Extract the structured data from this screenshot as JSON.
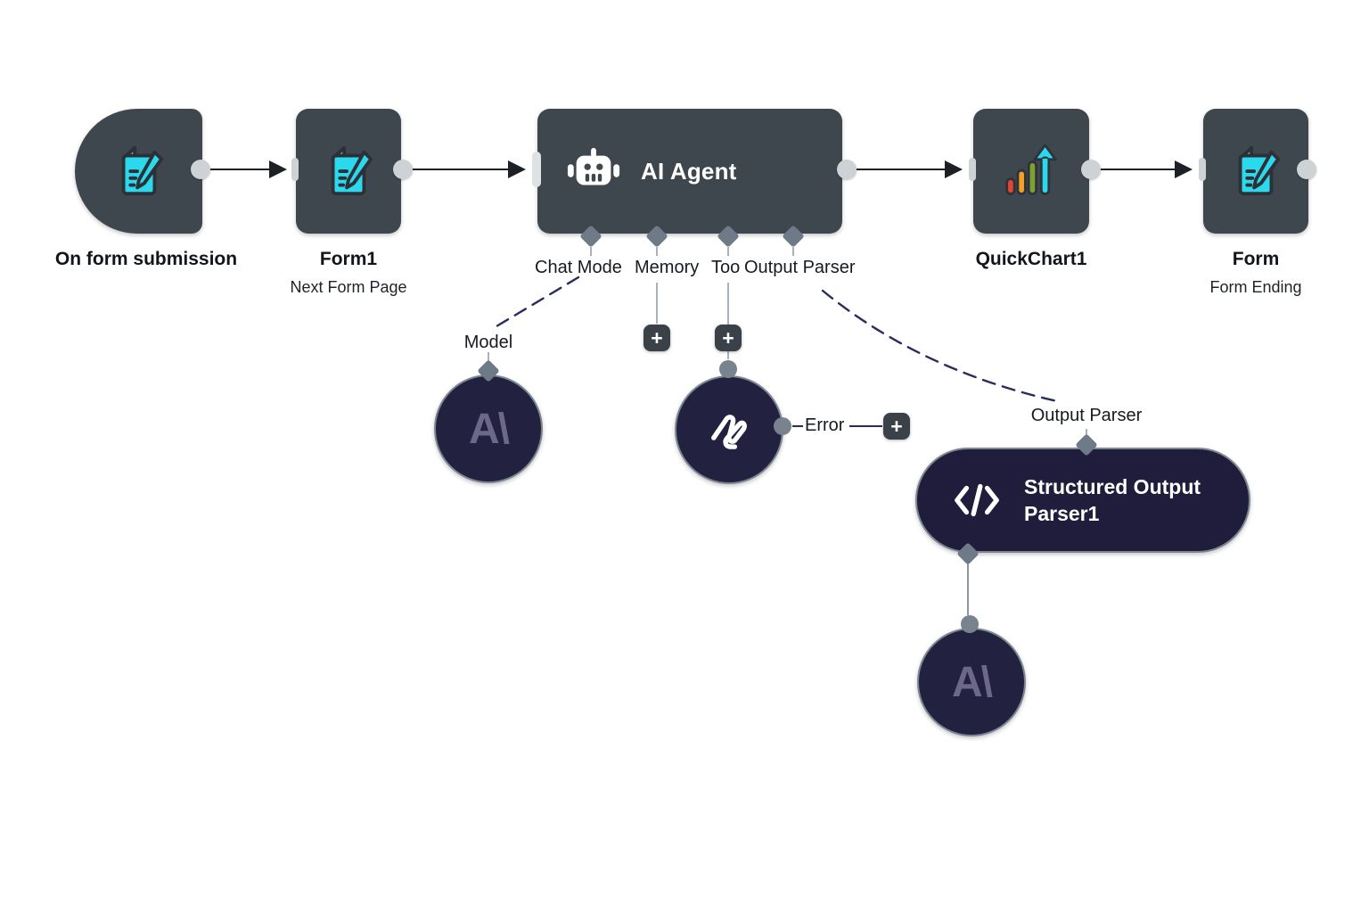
{
  "canvas": {
    "background": "#ffffff"
  },
  "colors": {
    "node_gray": "#3f474e",
    "navy_circle": "#232140",
    "pill_navy": "#201d3c",
    "cyan": "#2bd9ec",
    "red": "#e7432e",
    "orange": "#f5a022",
    "green": "#7da232",
    "diamond_port": "#6e7a87",
    "light_port": "#cdd2d4",
    "arrow_line": "#1d2125",
    "navy_line": "#282c5f",
    "gray_line": "#aab2b8",
    "logo_text": "#6b6889"
  },
  "nodes": {
    "on_form_submission": {
      "title": "On form submission"
    },
    "form1": {
      "title": "Form1",
      "subtitle": "Next Form Page"
    },
    "ai_agent": {
      "title": "AI Agent"
    },
    "quickchart1": {
      "title": "QuickChart1"
    },
    "form_ending": {
      "title": "Form",
      "subtitle": "Form Ending"
    },
    "structured_output_parser1": {
      "title": "Structured Output Parser1"
    },
    "chat_model_circle": {
      "logo": "A\\"
    },
    "parser_model_circle": {
      "logo": "A\\"
    }
  },
  "ports": {
    "chat_model": "Chat Mode",
    "memory": "Memory",
    "tool": "Too",
    "output_parser": "Output Parser",
    "model": "Model",
    "error": "Error",
    "structured_output_parser": "Output Parser"
  },
  "buttons": {
    "plus": "+"
  }
}
